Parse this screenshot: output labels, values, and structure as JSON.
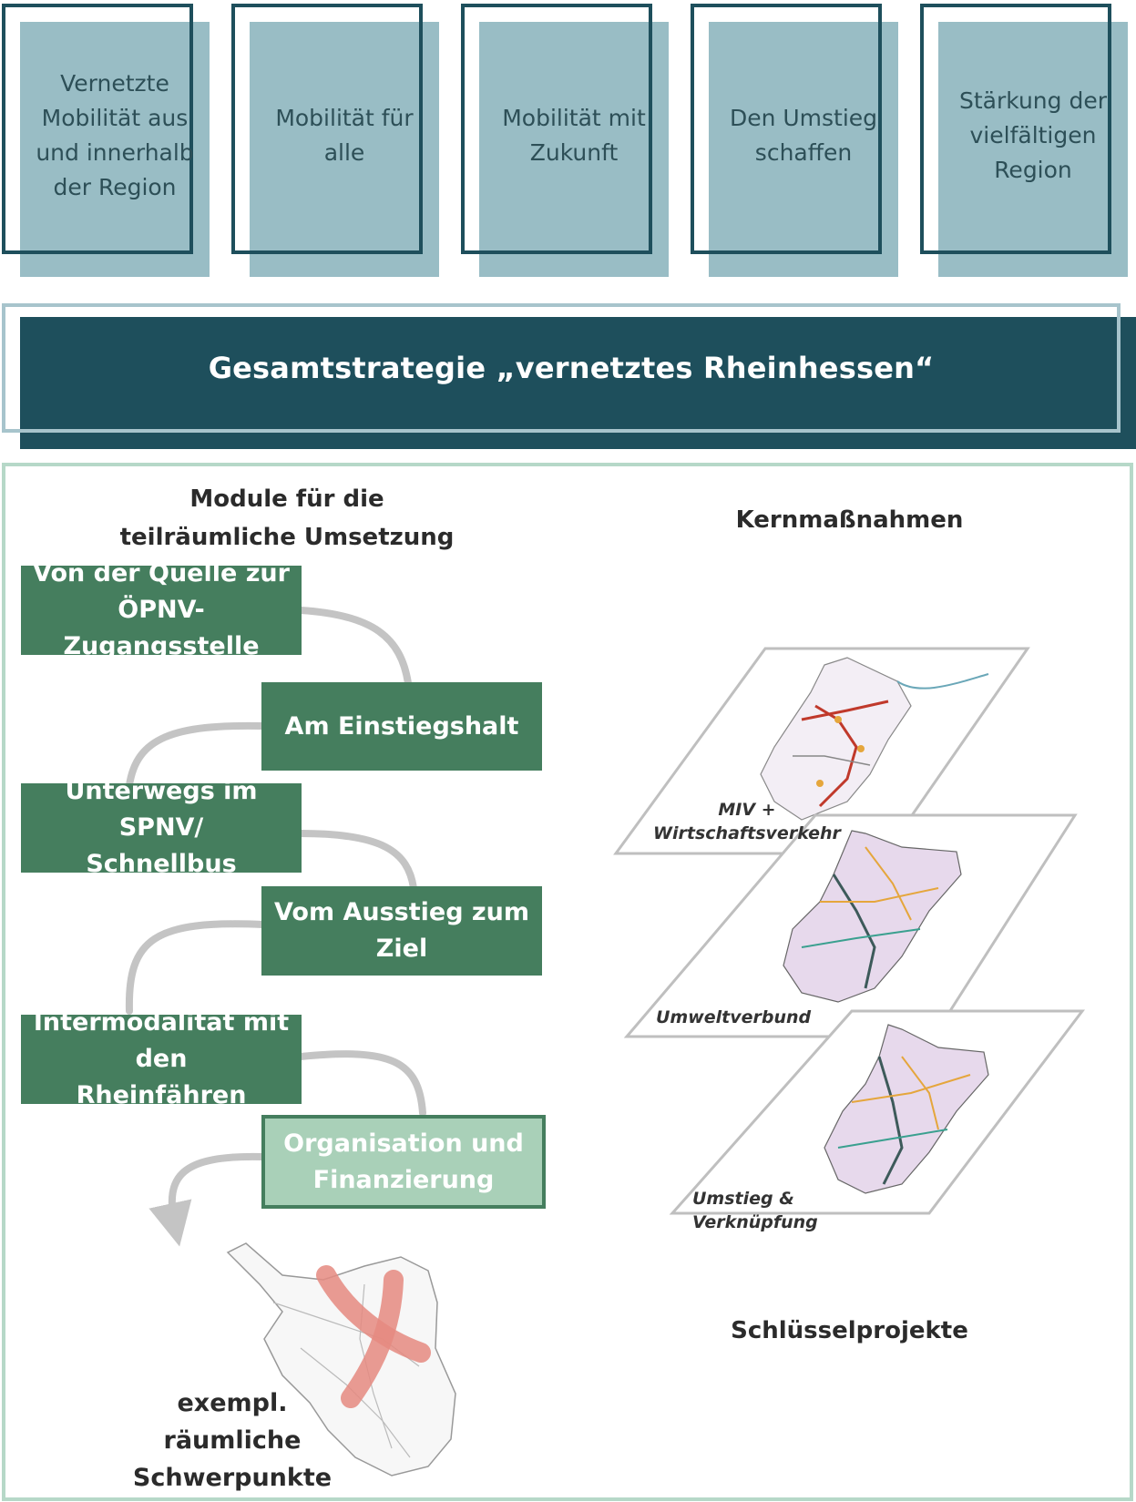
{
  "goals": [
    "Vernetzte\nMobilität aus\nund innerhalb\nder Region",
    "Mobilität für\nalle",
    "Mobilität mit\nZukunft",
    "Den Umstieg\nschaffen",
    "Stärkung der\nvielfältigen\nRegion"
  ],
  "strategy": {
    "title": "Gesamtstrategie „vernetztes Rheinhessen“"
  },
  "modules": {
    "heading": "Module für die\nteilräumliche Umsetzung",
    "items": [
      "Von der Quelle zur\nÖPNV-Zugangsstelle",
      "Am Einstiegshalt",
      "Unterwegs im SPNV/\nSchnellbus",
      "Vom Ausstieg zum Ziel",
      "Intermodalität mit den\nRheinfähren",
      "Organisation und\nFinanzierung"
    ]
  },
  "kernmassnahmen": {
    "heading": "Kernmaßnahmen",
    "layers": [
      "MIV +\nWirtschaftsverkehr",
      "Umweltverbund",
      "Umstieg & Verknüpfung"
    ]
  },
  "schluesselprojekte": {
    "heading": "Schlüsselprojekte",
    "map_label": "exempl.\nräumliche\nSchwerpunkte"
  },
  "colors": {
    "dark_teal": "#1e4f5c",
    "light_teal": "#99bdc5",
    "module_green": "#457e5e",
    "module_light_green": "#a9d0b8",
    "panel_border": "#b6d8c8",
    "connector": "#c4c4c4",
    "highlight": "#e58a80"
  }
}
